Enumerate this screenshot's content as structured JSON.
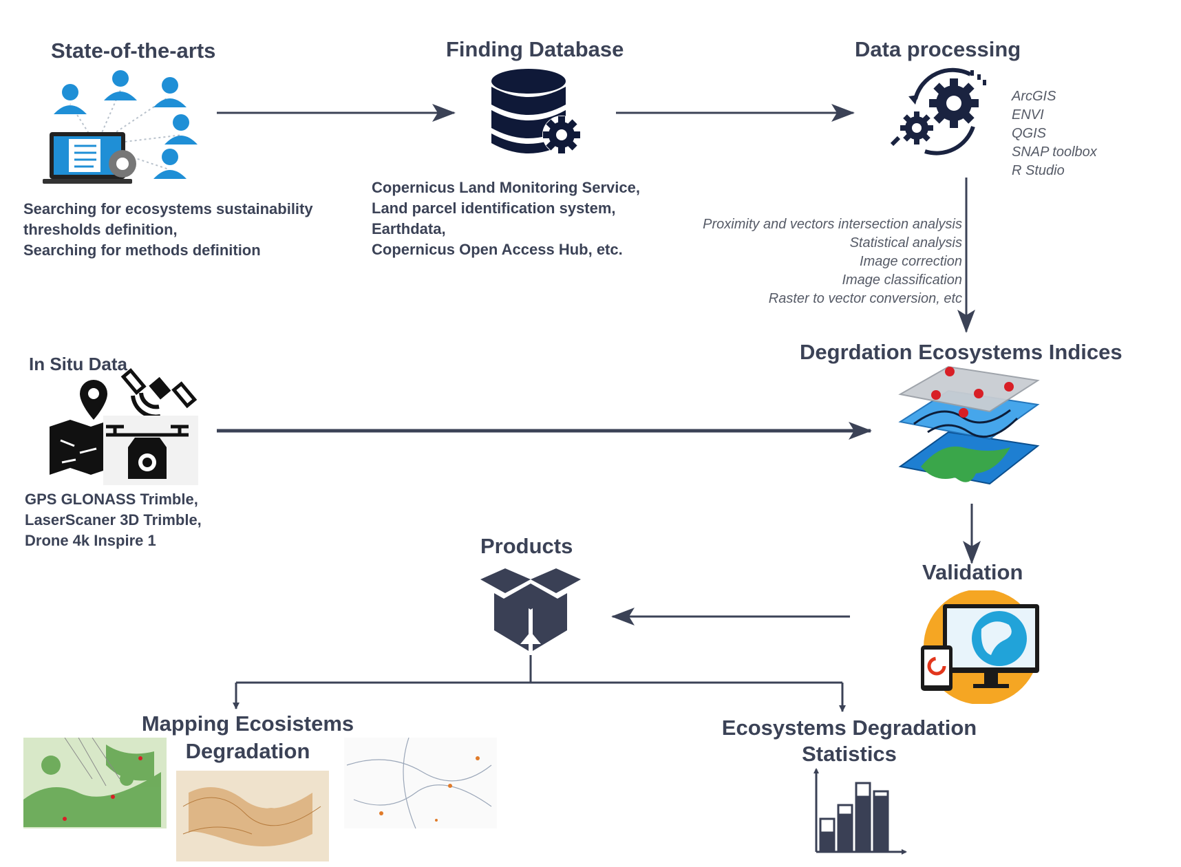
{
  "state": {
    "title": "State-of-the-arts",
    "lines": [
      "Searching for ecosystems sustainability",
      "thresholds definition,",
      "Searching for methods definition"
    ]
  },
  "database": {
    "title": "Finding Database",
    "lines": [
      "Copernicus Land Monitoring Service,",
      "Land parcel identification system,",
      "Earthdata,",
      "Copernicus Open Access Hub, etc."
    ]
  },
  "processing": {
    "title": "Data processing",
    "tools": [
      "ArcGIS",
      "ENVI",
      "QGIS",
      "SNAP toolbox",
      "R Studio"
    ],
    "steps": [
      "Proximity and vectors intersection analysis",
      "Statistical analysis",
      "Image correction",
      "Image classification",
      "Raster to vector conversion, etc"
    ]
  },
  "insitu": {
    "title": "In Situ Data",
    "lines": [
      "GPS GLONASS Trimble,",
      "LaserScaner 3D Trimble,",
      "Drone 4k Inspire 1"
    ]
  },
  "indices": {
    "title": "Degrdation Ecosystems Indices"
  },
  "validation": {
    "title": "Validation"
  },
  "products": {
    "title": "Products"
  },
  "mapping": {
    "title_line1": "Mapping Ecosistems",
    "title_line2": "Degradation"
  },
  "statistics": {
    "title_line1": "Ecosystems Degradation",
    "title_line2": "Statistics"
  },
  "colors": {
    "text": "#3b4256",
    "icon_blue": "#1f8fd6",
    "navy": "#1a2340",
    "orange": "#f5a623"
  }
}
